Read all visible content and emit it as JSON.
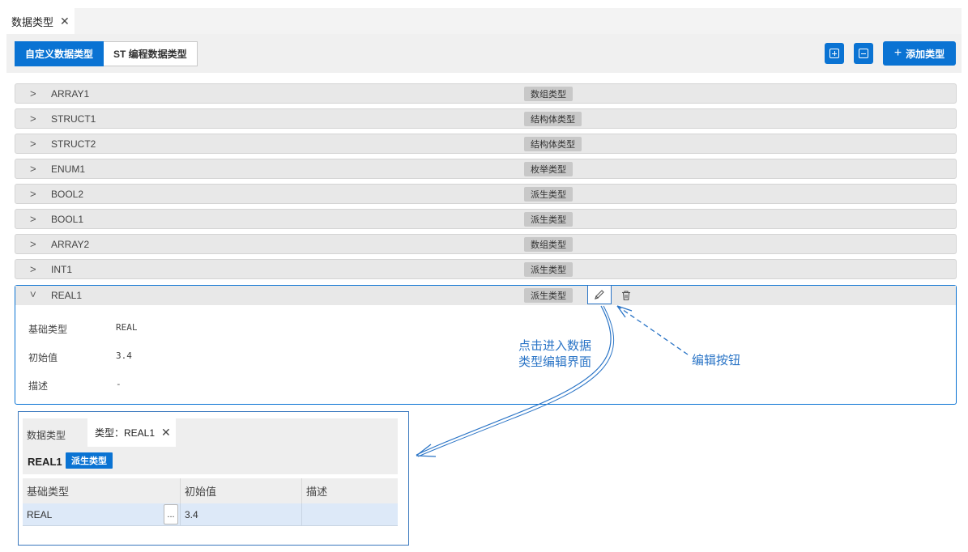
{
  "top_tab": {
    "label": "数据类型"
  },
  "toolbar": {
    "tab_custom": "自定义数据类型",
    "tab_st": "ST 编程数据类型",
    "add_label": "添加类型",
    "add_icon": "plus-icon",
    "expand_icon": "expand-all-icon",
    "collapse_icon": "collapse-all-icon"
  },
  "types": [
    {
      "name": "ARRAY1",
      "kind": "数组类型"
    },
    {
      "name": "STRUCT1",
      "kind": "结构体类型"
    },
    {
      "name": "STRUCT2",
      "kind": "结构体类型"
    },
    {
      "name": "ENUM1",
      "kind": "枚举类型"
    },
    {
      "name": "BOOL2",
      "kind": "派生类型"
    },
    {
      "name": "BOOL1",
      "kind": "派生类型"
    },
    {
      "name": "ARRAY2",
      "kind": "数组类型"
    },
    {
      "name": "INT1",
      "kind": "派生类型"
    }
  ],
  "expanded": {
    "name": "REAL1",
    "kind": "派生类型",
    "base_type_label": "基础类型",
    "base_type_value": "REAL",
    "initial_label": "初始值",
    "initial_value": "3.4",
    "desc_label": "描述",
    "desc_value": "-",
    "edit_icon": "pencil-icon",
    "delete_icon": "trash-icon"
  },
  "annotations": {
    "click_line1": "点击进入数据",
    "click_line2": "类型编辑界面",
    "edit_button": "编辑按钮"
  },
  "inset": {
    "tab1": "数据类型",
    "tab2": "类型：REAL1",
    "title": "REAL1",
    "badge": "派生类型",
    "columns": [
      "基础类型",
      "初始值",
      "描述"
    ],
    "row": {
      "base": "REAL",
      "ellipsis": "...",
      "initial": "3.4",
      "desc": ""
    }
  },
  "colors": {
    "accent": "#0a73d3",
    "annotation": "#2a74c6"
  }
}
